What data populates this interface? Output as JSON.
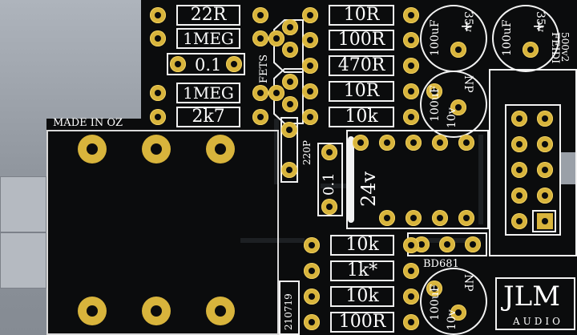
{
  "resistors": {
    "r1": "22R",
    "r2": "1MEG",
    "r3": "1MEG",
    "r4": "2k7",
    "r5": "10R",
    "r6": "100R",
    "r7": "470R",
    "r8": "10R",
    "r9": "10k",
    "r10": "10k",
    "r11": "1k*",
    "r12": "10k",
    "r13": "100R"
  },
  "capacitors": {
    "c_film_top": "0.1",
    "c_film_mid": "0.1",
    "c_big_value": "24v",
    "c_220p": "220P",
    "e1_value": "100uF",
    "e1_voltage": "35v",
    "e2_value": "100uF",
    "e2_voltage": "35v",
    "e3_value": "100uF",
    "e3_voltage": "10v",
    "e3_type": "NP",
    "e4_value": "100uF",
    "e4_voltage": "10v",
    "e4_type": "NP",
    "plus": "+"
  },
  "labels": {
    "made_in": "MADE IN OZ",
    "fets": "FETS",
    "feidi": "FEIDI",
    "version": "500v2",
    "transistor": "BD681",
    "date": "210719",
    "brand": "JLM",
    "brand_sub": "AUDIO"
  },
  "colors": {
    "board": "#0b0c0d",
    "pad": "#d8b43c",
    "silkscreen": "#f2f2f2",
    "background": "#9aa0a8"
  }
}
